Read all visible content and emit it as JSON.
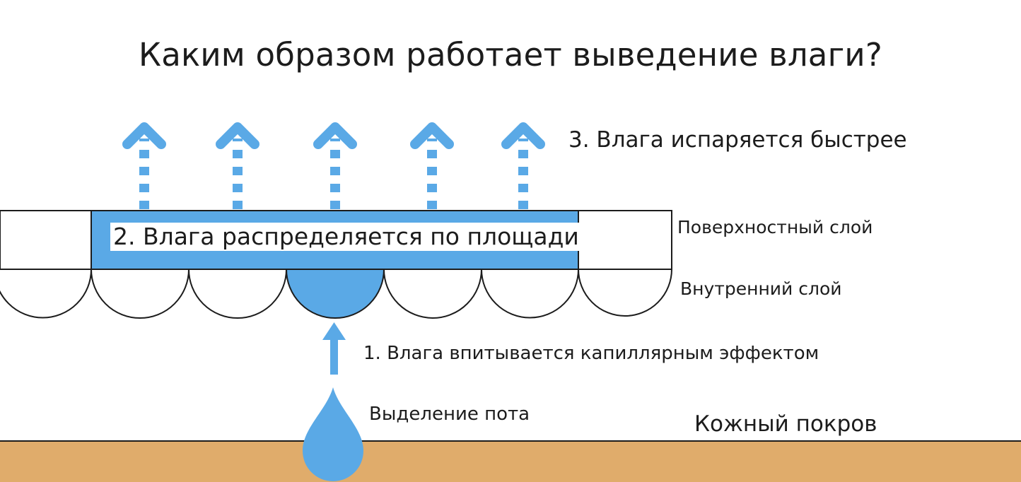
{
  "title": "Каким образом работает выведение влаги?",
  "layers": {
    "surface": "Поверхностный слой",
    "inner": "Внутренний слой",
    "skin": "Кожный покров"
  },
  "steps": {
    "wicking": "1. Влага впитывается капиллярным эффектом",
    "spreading": "2. Влага распределяется по площади",
    "evaporation": "3. Влага испаряется быстрее"
  },
  "sweat": "Выделение пота",
  "colors": {
    "moisture": "#5aa9e6",
    "skin": "#e0ac6b",
    "outline": "#1c1c1c",
    "text": "#1c1c1c"
  }
}
